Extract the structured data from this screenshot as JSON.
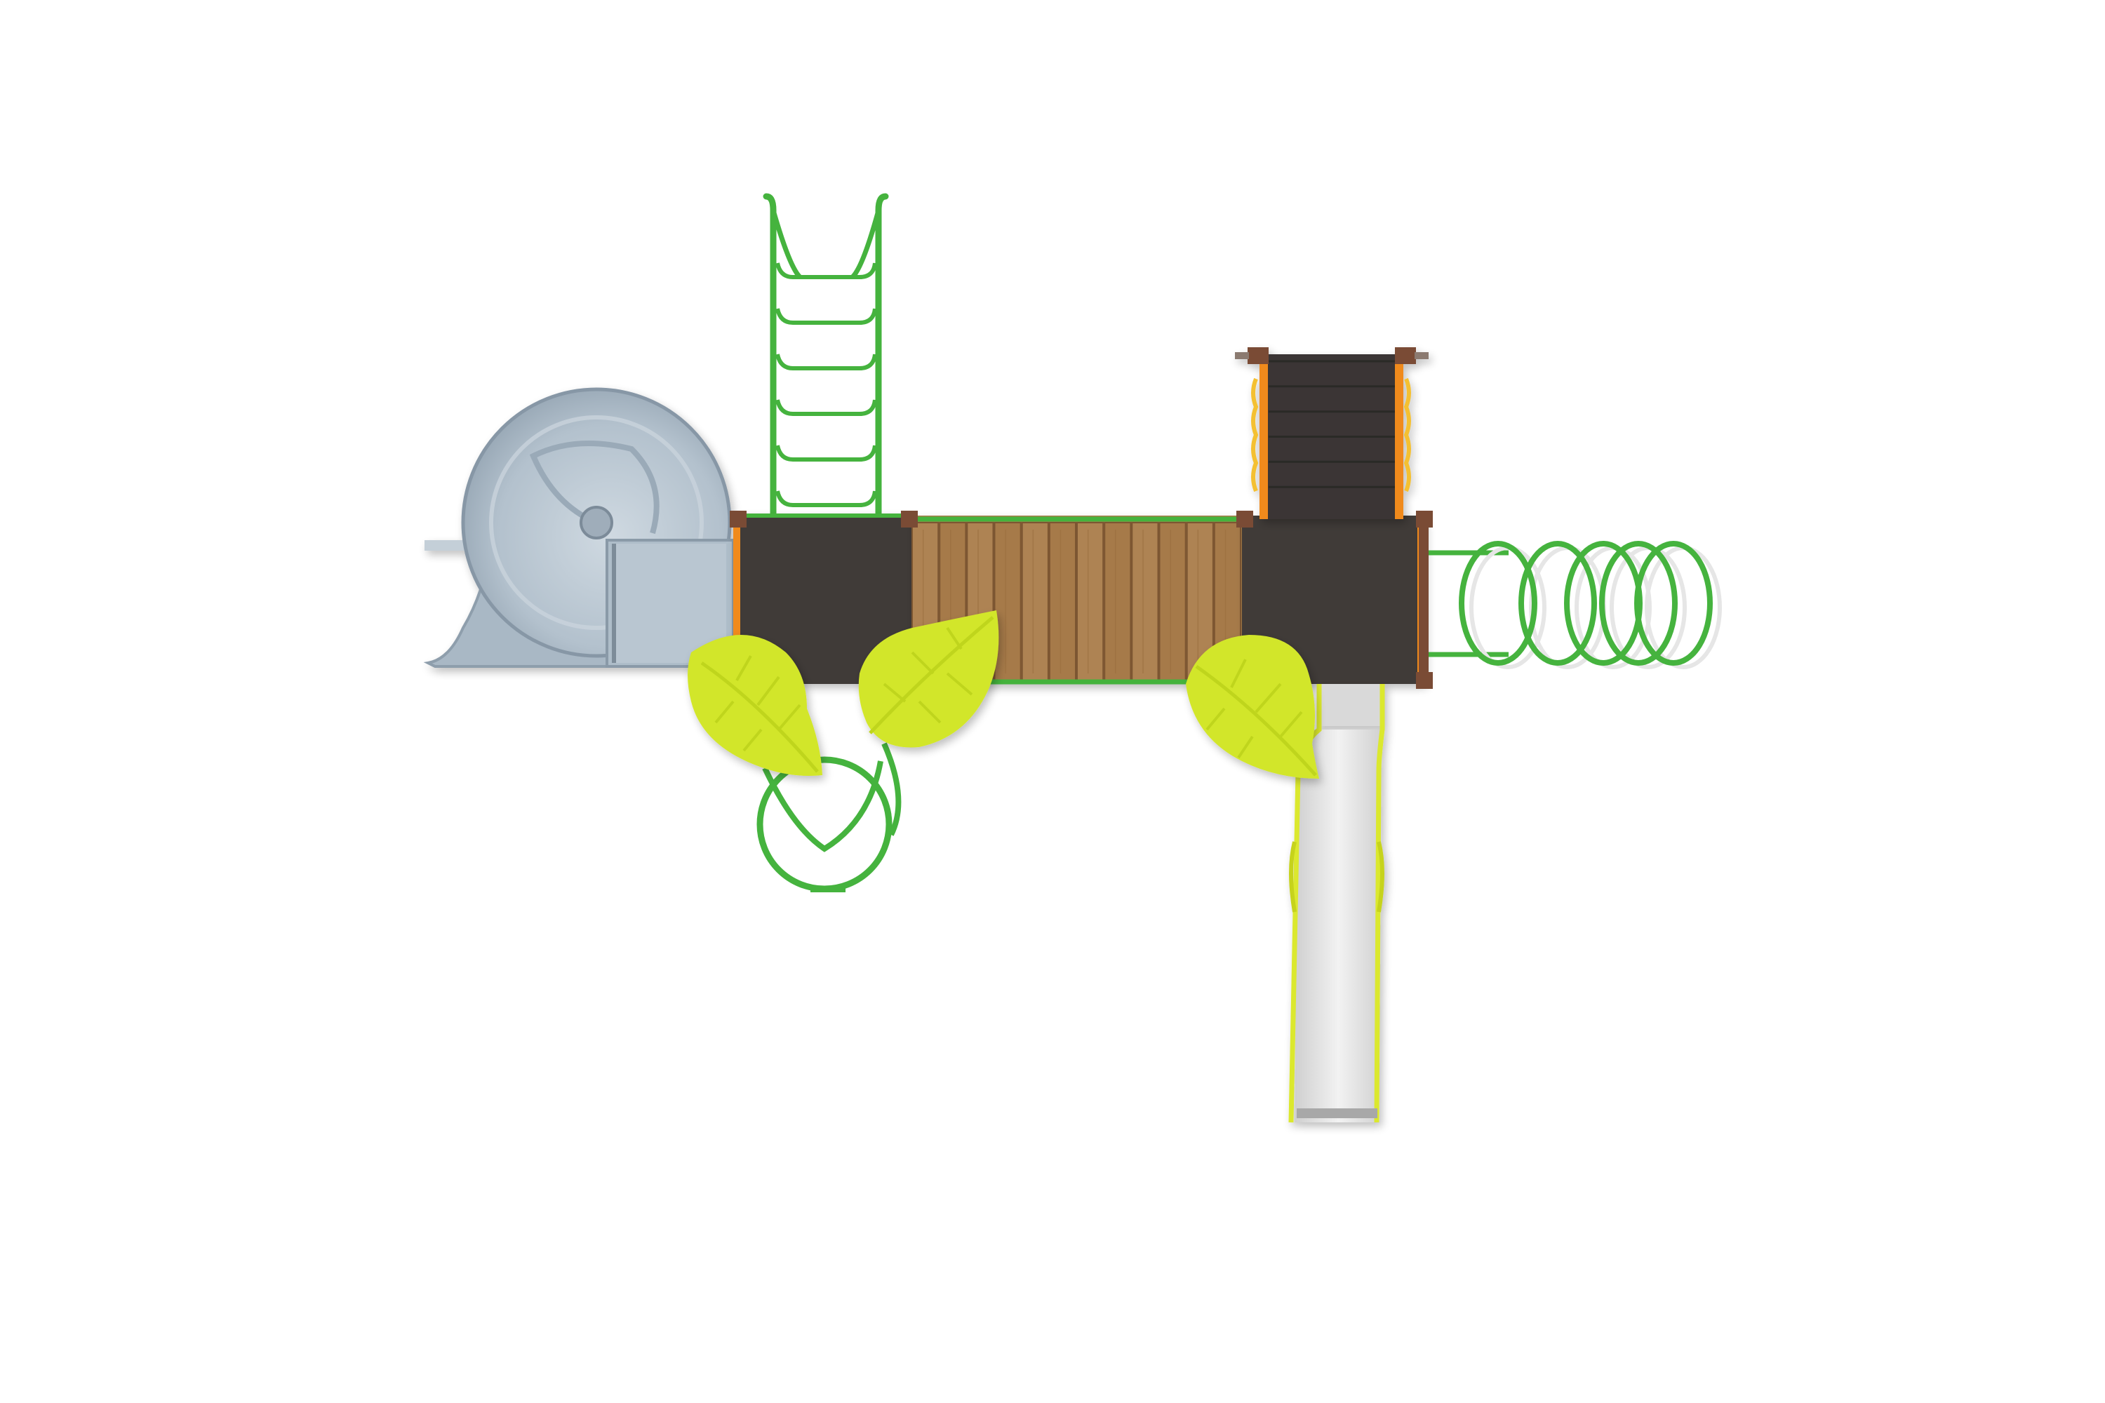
{
  "view": "top-down",
  "colors": {
    "background": "#ffffff",
    "deck": "#3f3b38",
    "wood_light": "#a77b4a",
    "wood_dark": "#7c5630",
    "frame_green": "#45b33e",
    "leaf": "#d2e62c",
    "leaf_vein": "#bfd51f",
    "slide_blue": "#b3c1cd",
    "slide_blue_dark": "#98a8b6",
    "slide_steel": "#dcdcdc",
    "slide_rail": "#dbe82d",
    "orange": "#f08a1e",
    "post_brown": "#7a4b35"
  },
  "components": {
    "spiral_slide": "spiral-slide",
    "deck_platforms": 3,
    "wooden_bridge": "wooden-bridge",
    "ladder": "ladder",
    "stairs": "stairs",
    "ring_tunnel": "ring-tunnel",
    "loop_climber": "loop-climber",
    "leaf_panels": 3,
    "straight_slide": "straight-slide"
  },
  "bridge_planks": 12,
  "stair_steps": 6,
  "ladder_rungs": 6,
  "tunnel_rings": 5
}
